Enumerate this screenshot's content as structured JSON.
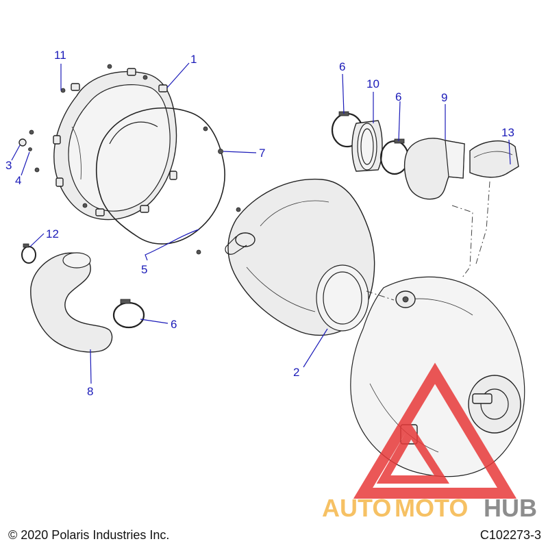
{
  "callouts": [
    {
      "id": "1",
      "label": "1"
    },
    {
      "id": "2",
      "label": "2"
    },
    {
      "id": "3",
      "label": "3"
    },
    {
      "id": "4",
      "label": "4"
    },
    {
      "id": "5",
      "label": "5"
    },
    {
      "id": "6a",
      "label": "6"
    },
    {
      "id": "6b",
      "label": "6"
    },
    {
      "id": "6c",
      "label": "6"
    },
    {
      "id": "7",
      "label": "7"
    },
    {
      "id": "8",
      "label": "8"
    },
    {
      "id": "9",
      "label": "9"
    },
    {
      "id": "10",
      "label": "10"
    },
    {
      "id": "11",
      "label": "11"
    },
    {
      "id": "12",
      "label": "12"
    },
    {
      "id": "13",
      "label": "13"
    }
  ],
  "footer": {
    "copyright": "© 2020 Polaris Industries Inc.",
    "drawing_number": "C102273-3"
  },
  "watermark": {
    "text_auto": "AUTO",
    "text_moto": "MOTO",
    "text_hub": "HUB",
    "color_auto": "#f5b74a",
    "color_moto": "#f5b74a",
    "color_hub": "#7a7a7a",
    "triangle_color": "#e83a3a"
  }
}
